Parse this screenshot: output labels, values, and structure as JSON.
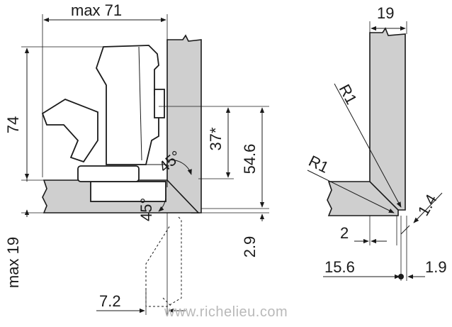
{
  "dimensions": {
    "max_width": "max 71",
    "height_74": "74",
    "overlay_max": "max 19",
    "angle_top": "45°",
    "angle_bottom": "45°",
    "dim_37": "37*",
    "dim_54_6": "54.6",
    "dim_2_9": "2.9",
    "dim_7_2": "7.2",
    "panel_19": "19",
    "radius_top": "R1",
    "radius_bottom": "R1",
    "dim_1_4": "1.4",
    "dim_2": "2",
    "dim_15_6": "15.6",
    "dim_1_9": "1.9"
  },
  "watermark": "www.richelieu.com",
  "colors": {
    "panel_fill": "#cfcfcf",
    "line": "#1a1a1a",
    "watermark": "#b9b9b9"
  }
}
